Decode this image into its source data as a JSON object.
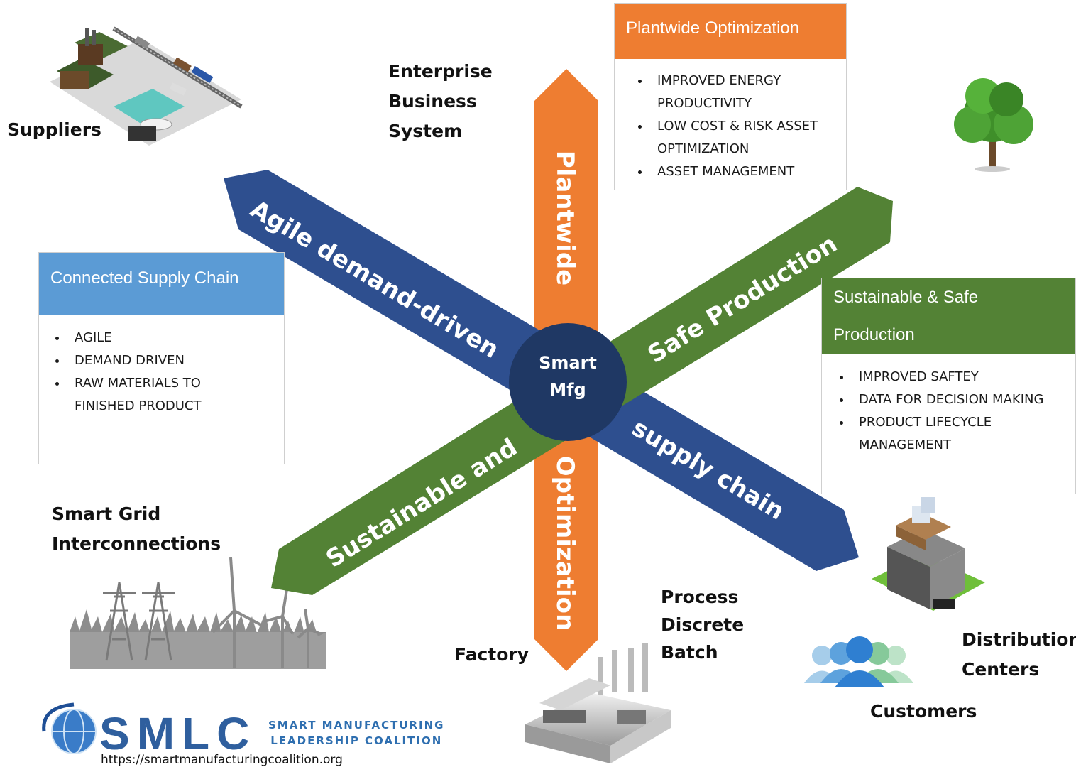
{
  "center": {
    "line1": "Smart",
    "line2": "Mfg"
  },
  "arrows": {
    "orange_top": "Plantwide",
    "orange_bottom": "Optimization",
    "blue_left": "Agile demand-driven",
    "blue_right": "supply chain",
    "green_right": "Safe Production",
    "green_left": "Sustainable and"
  },
  "colors": {
    "orange": "#ee7d31",
    "blue": "#2e4f8f",
    "green": "#538235",
    "center": "#1f3864",
    "light_blue": "#5b9bd5"
  },
  "labels": {
    "suppliers": "Suppliers",
    "enterprise": [
      "Enterprise",
      "Business",
      "System"
    ],
    "smart_grid": [
      "Smart Grid",
      "Interconnections"
    ],
    "factory": "Factory",
    "process": [
      "Process",
      "Discrete",
      "Batch"
    ],
    "distribution": [
      "Distribution",
      "Centers"
    ],
    "customers": "Customers"
  },
  "boxes": {
    "plantwide": {
      "title": "Plantwide Optimization",
      "items": [
        "IMPROVED ENERGY PRODUCTIVITY",
        "LOW COST & RISK ASSET OPTIMIZATION",
        "ASSET MANAGEMENT"
      ]
    },
    "supply": {
      "title": "Connected Supply Chain",
      "items": [
        "AGILE",
        "DEMAND DRIVEN",
        "RAW MATERIALS TO FINISHED PRODUCT"
      ]
    },
    "safe": {
      "title_line1": "Sustainable & Safe",
      "title_line2": "Production",
      "items": [
        "IMPROVED SAFTEY",
        "DATA FOR DECISION MAKING",
        "PRODUCT LIFECYCLE MANAGEMENT"
      ]
    }
  },
  "logo": {
    "acronym": "SMLC",
    "line1": "SMART MANUFACTURING",
    "line2": "LEADERSHIP COALITION",
    "url": "https://smartmanufacturingcoalition.org"
  },
  "icons": [
    "supply-chain-icon",
    "tree-icon",
    "wind-turbines-icon",
    "factory-icon",
    "warehouse-icon",
    "people-icon",
    "globe-icon"
  ]
}
